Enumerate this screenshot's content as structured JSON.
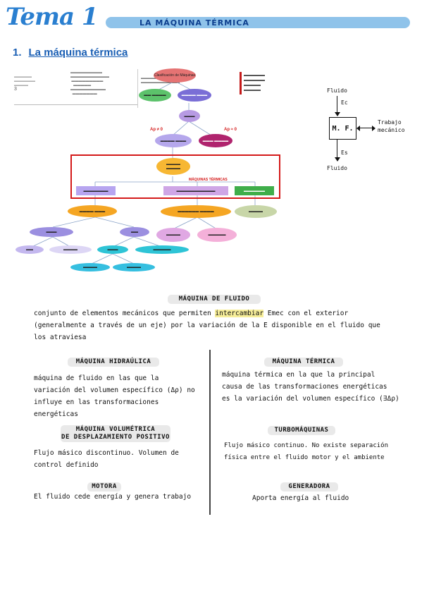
{
  "header": {
    "title": "Tema 1",
    "subtitle": "LA MÁQUINA TÉRMICA"
  },
  "section": {
    "number": "1.",
    "title": "La máquina térmica"
  },
  "diagram": {
    "root": "Clasificación de Máquinas",
    "left_label": "Ap ≠ 0",
    "right_label": "Ap ≈ 0",
    "heading": "MÁQUINAS TÉRMICAS"
  },
  "mf": {
    "box_label": "M. F.",
    "fluid_in": "Fluido",
    "ec": "Ec",
    "es": "Es",
    "fluid_out": "Fluido",
    "work": "Trabajo mecánico"
  },
  "fluid_machine": {
    "heading": "MÁQUINA DE FLUIDO",
    "line1_before": "conjunto de elementos mecánicos que permiten",
    "line1_mark": "intercambiar",
    "line1_after": "Emec con el exterior",
    "line2": "(generalmente a través de un eje) por la variación de la E disponible en el fluido que",
    "line3": "los atraviesa"
  },
  "left_col": {
    "h1": "MÁQUINA HIDRAÚLICA",
    "p1_l1": "máquina de fluido en las que la",
    "p1_l2": "variación del volumen específico (Δρ) no",
    "p1_l3": "influye en las transformaciones energéticas",
    "h2_l1": "MÁQUINA VOLUMÉTRICA",
    "h2_l2": "DE DESPLAZAMIENTO POSITIVO",
    "p2_l1": "Flujo másico discontinuo. Volumen de",
    "p2_l2": "control definido",
    "h3": "MOTORA",
    "p3": "El fluido cede energía y genera trabajo"
  },
  "right_col": {
    "h1": "MÁQUINA TÉRMICA",
    "p1_l1": "máquina térmica en la que la principal",
    "p1_l2": "causa de las transformaciones energéticas",
    "p1_l3": "es la variación del volumen específico (∃Δρ)",
    "h2": "TURBOMÁQUINAS",
    "p2_l1": "Flujo másico continuo. No existe separación",
    "p2_l2": "física entre el fluido motor y el ambiente",
    "h3": "GENERADORA",
    "p3": "Aporta energía al fluido"
  },
  "colors": {
    "title_blue": "#2a7fd0",
    "bar_blue": "#8fc3ea",
    "red_box": "#d41a1a",
    "highlight": "#f7ee9a"
  }
}
